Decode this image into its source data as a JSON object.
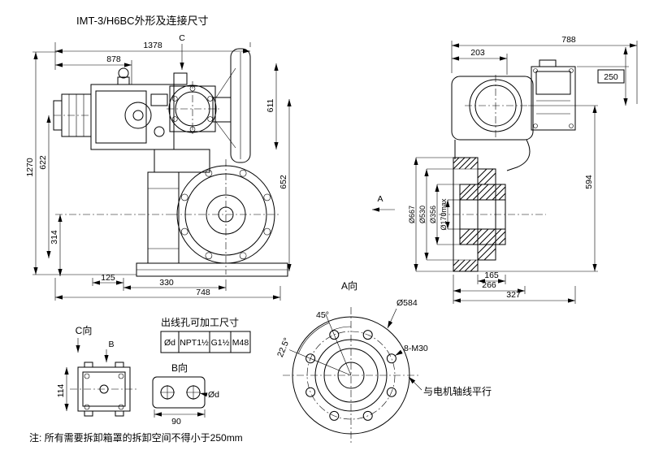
{
  "title": "IMT-3/H6BC外形及连接尺寸",
  "note": "注: 所有需要拆卸箱罩的拆卸空间不得小于250mm",
  "front": {
    "dim_1378": "1378",
    "label_c": "C",
    "dim_878": "878",
    "dim_611": "611",
    "dim_652": "652",
    "dim_1270": "1270",
    "dim_622": "622",
    "dim_314": "314",
    "dim_125": "125",
    "dim_330": "330",
    "dim_748": "748"
  },
  "side": {
    "dim_788": "788",
    "dim_203": "203",
    "dim_250": "250",
    "dim_594": "594",
    "dia_667": "Ø667",
    "dia_530": "Ø530",
    "dia_356": "Ø356",
    "dia_170": "Ø170max",
    "dim_165": "165",
    "dim_266": "266",
    "dim_327": "327",
    "label_a": "A"
  },
  "view_a": {
    "label": "A向",
    "dia_584": "Ø584",
    "bolt_spec": "8-M30",
    "angle_45": "45°",
    "angle_22_5": "22.5°",
    "note_parallel": "与电机轴线平行"
  },
  "view_c": {
    "label": "C向",
    "label_b": "B",
    "dim_114": "114"
  },
  "view_b": {
    "label": "B向",
    "dim_90": "90",
    "label_od": "Ød"
  },
  "outlet_table": {
    "title": "出线孔可加工尺寸",
    "cells": [
      "Ød",
      "NPT1½",
      "G1½",
      "M48"
    ]
  }
}
